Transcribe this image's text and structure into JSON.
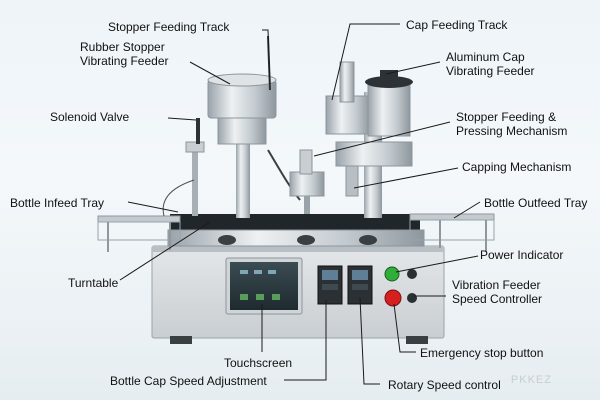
{
  "diagram": {
    "labels": {
      "stopper_feeding_track": "Stopper Feeding Track",
      "rubber_stopper_vibrating_feeder": [
        "Rubber Stopper",
        "Vibrating Feeder"
      ],
      "solenoid_valve": "Solenoid Valve",
      "bottle_infeed_tray": "Bottle Infeed Tray",
      "turntable": "Turntable",
      "touchscreen": "Touchscreen",
      "bottle_cap_speed_adjustment": "Bottle Cap Speed Adjustment",
      "cap_feeding_track": "Cap Feeding Track",
      "aluminum_cap_vibrating_feeder": [
        "Aluminum Cap",
        "Vibrating Feeder"
      ],
      "stopper_feeding_pressing_mechanism": [
        "Stopper Feeding &",
        "Pressing Mechanism"
      ],
      "capping_mechanism": "Capping Mechanism",
      "bottle_outfeed_tray": "Bottle Outfeed Tray",
      "power_indicator": "Power Indicator",
      "vibration_feeder_speed_controller": [
        "Vibration Feeder",
        "Speed Controller"
      ],
      "emergency_stop_button": "Emergency stop button",
      "rotary_speed_control": "Rotary Speed control"
    },
    "watermark": "PKKEZ",
    "colors": {
      "background": "#eef4f8",
      "leader": "#1a1a1a",
      "panel_body": "#d9dde0",
      "stainless": "#c8ced3",
      "screen": "#2c3a3f",
      "power_green": "#2fae3a",
      "estop_red": "#d62020"
    }
  }
}
